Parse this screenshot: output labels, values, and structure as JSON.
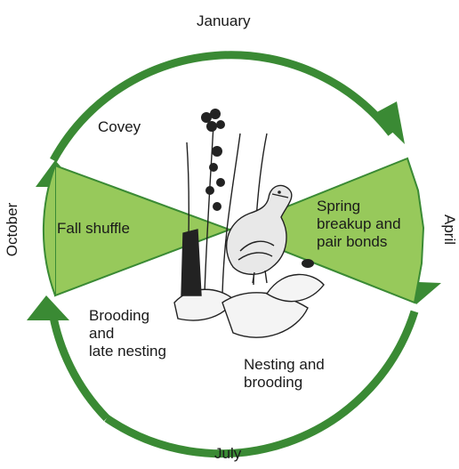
{
  "months": {
    "top": "January",
    "right": "April",
    "bottom": "July",
    "left": "October"
  },
  "phases": {
    "covey": "Covey",
    "fall_shuffle": "Fall shuffle",
    "spring_line1": "Spring",
    "spring_line2": "breakup and",
    "spring_line3": "pair bonds",
    "nesting_line1": "Nesting and",
    "nesting_line2": "brooding",
    "brooding_line1": "Brooding",
    "brooding_line2": "and",
    "brooding_line3": "late nesting"
  },
  "illustration": "quail-among-plants",
  "colors": {
    "ring": "#3a8a34",
    "wedge_fill": "#97c95b",
    "wedge_stroke": "#3a8a34",
    "text": "#1a1a1a"
  }
}
